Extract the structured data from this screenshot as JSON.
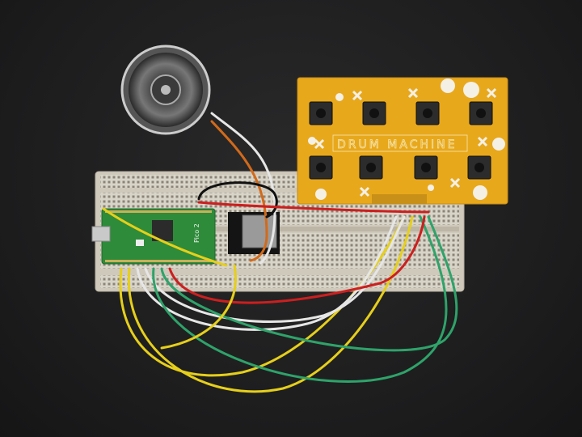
{
  "scene": {
    "description": "Breadboard drum machine prototype on dark background",
    "background_color": "#1e1e1f"
  },
  "drum_board": {
    "label": "DRUM MACHINE",
    "color": "#e8a81c",
    "button_rows": 2,
    "buttons_per_row": 4,
    "header_pins": 9
  },
  "pico_board": {
    "label": "Pico 2",
    "color": "#2e8b3a"
  },
  "sd_module": {
    "label": "DFPlayer module with microSD"
  },
  "speaker": {
    "type": "round speaker"
  },
  "wire_colors": {
    "yellow": "#e6cf1a",
    "green": "#2ea36a",
    "white": "#e6e6e6",
    "red": "#cc1f1f",
    "orange": "#d26a1a",
    "black": "#111111"
  }
}
